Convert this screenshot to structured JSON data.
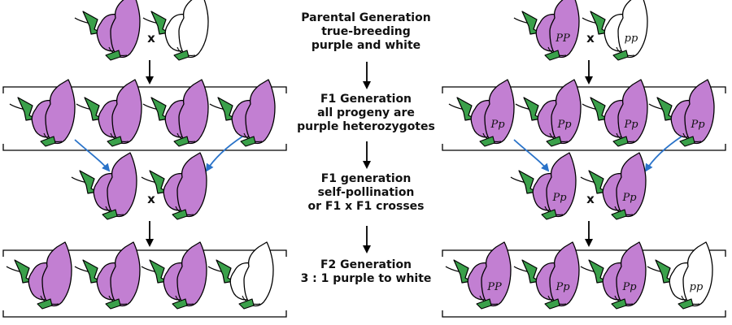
{
  "title": "Mendel monohybrid cross: flower color",
  "captions": {
    "parental": [
      "Parental Generation",
      "true-breeding",
      "purple and white"
    ],
    "f1": [
      "F1 Generation",
      "all progeny are",
      "purple heterozygotes"
    ],
    "self": [
      "F1 generation",
      "self-pollination",
      "or F1 x F1 crosses"
    ],
    "f2": [
      "F2 Generation",
      "3 : 1 purple to white"
    ]
  },
  "cross_symbol": "x",
  "colors": {
    "purple_petal": "#c27fd2",
    "white_petal": "#ffffff",
    "outline": "#000000",
    "sepal_green": "#3aa04a",
    "arrow_black": "#000000",
    "arrow_blue": "#2a73c9"
  },
  "left_panel": {
    "parents": [
      {
        "color": "purple"
      },
      {
        "color": "white"
      }
    ],
    "f1": [
      {
        "color": "purple"
      },
      {
        "color": "purple"
      },
      {
        "color": "purple"
      },
      {
        "color": "purple"
      }
    ],
    "self": [
      {
        "color": "purple"
      },
      {
        "color": "purple"
      }
    ],
    "f2": [
      {
        "color": "purple"
      },
      {
        "color": "purple"
      },
      {
        "color": "purple"
      },
      {
        "color": "white"
      }
    ]
  },
  "right_panel": {
    "parents": [
      {
        "color": "purple",
        "genotype": "PP"
      },
      {
        "color": "white",
        "genotype": "pp"
      }
    ],
    "f1": [
      {
        "color": "purple",
        "genotype": "Pp"
      },
      {
        "color": "purple",
        "genotype": "Pp"
      },
      {
        "color": "purple",
        "genotype": "Pp"
      },
      {
        "color": "purple",
        "genotype": "Pp"
      }
    ],
    "self": [
      {
        "color": "purple",
        "genotype": "Pp"
      },
      {
        "color": "purple",
        "genotype": "Pp"
      }
    ],
    "f2": [
      {
        "color": "purple",
        "genotype": "PP"
      },
      {
        "color": "purple",
        "genotype": "Pp"
      },
      {
        "color": "purple",
        "genotype": "Pp"
      },
      {
        "color": "white",
        "genotype": "pp"
      }
    ]
  }
}
